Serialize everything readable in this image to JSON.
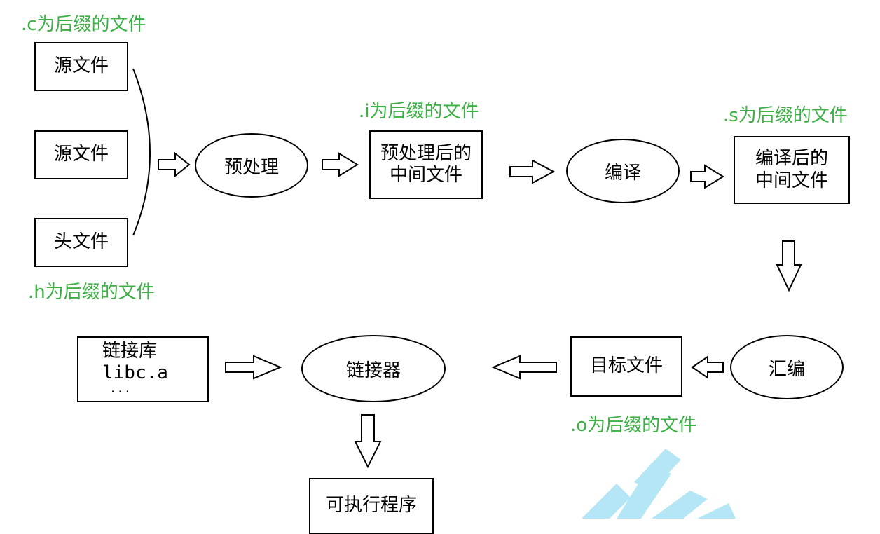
{
  "colors": {
    "annotation": "#3cb044",
    "stroke": "#000000",
    "watermark": "#a8e2f5"
  },
  "annotations": {
    "c_suffix": ".c为后缀的文件",
    "h_suffix": ".h为后缀的文件",
    "i_suffix": ".i为后缀的文件",
    "s_suffix": ".s为后缀的文件",
    "o_suffix": ".o为后缀的文件"
  },
  "inputs": {
    "source_1": "源文件",
    "source_2": "源文件",
    "header": "头文件"
  },
  "steps": {
    "preprocess": "预处理",
    "preprocessed_line1": "预处理后的",
    "preprocessed_line2": "中间文件",
    "compile": "编译",
    "compiled_line1": "编译后的",
    "compiled_line2": "中间文件",
    "assemble": "汇编",
    "object_file": "目标文件",
    "linker": "链接器",
    "library_title": "链接库",
    "library_example": "libc.a",
    "library_more": "...",
    "executable": "可执行程序"
  }
}
